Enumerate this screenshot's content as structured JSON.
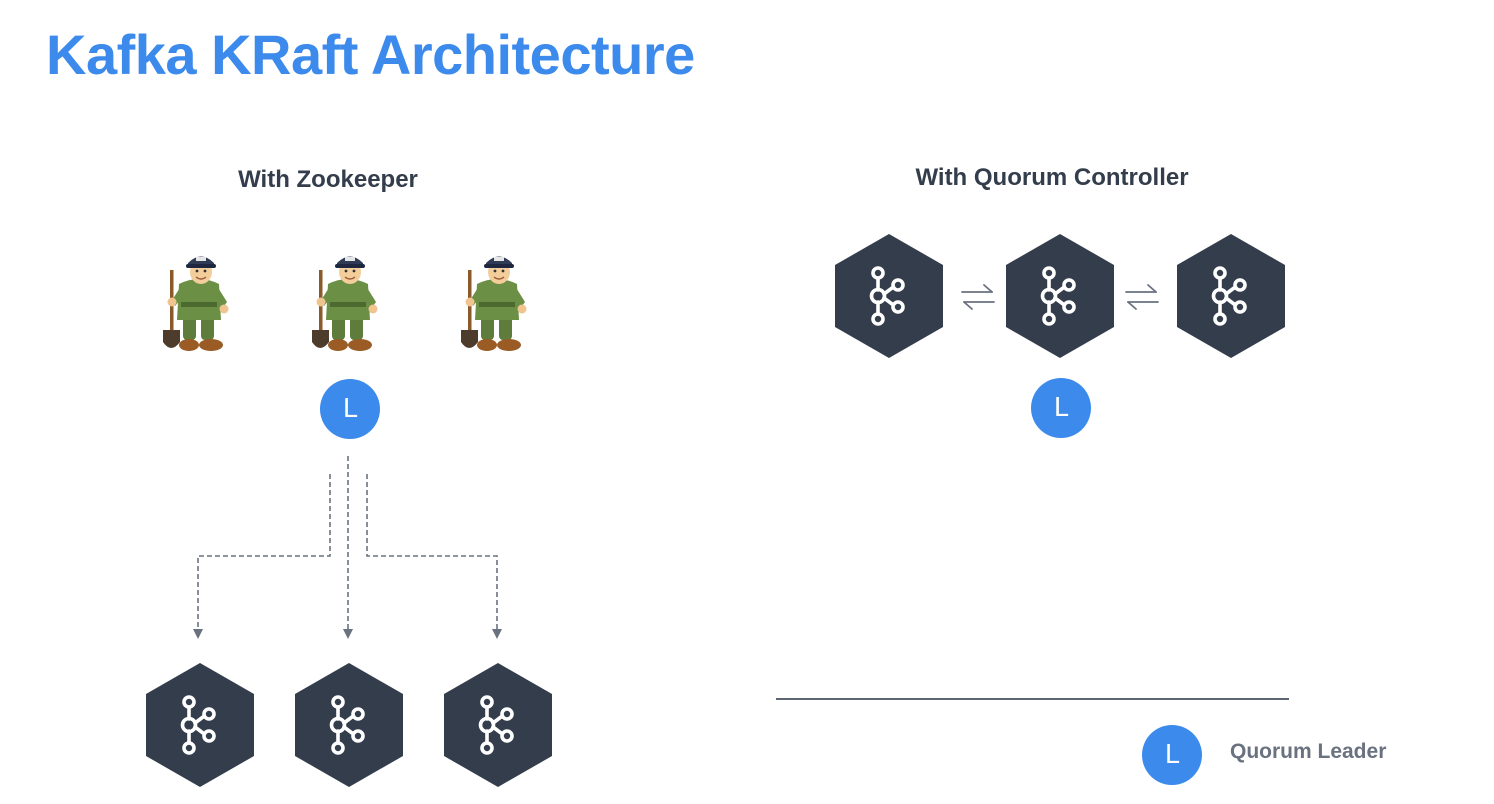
{
  "slide": {
    "title": "Kafka KRaft Architecture"
  },
  "zookeeper_section": {
    "heading": "With Zookeeper",
    "leader_badge": "L",
    "zookeeper_icon": "zookeeper-mascot-icon",
    "broker_icon": "kafka-logo-icon"
  },
  "quorum_section": {
    "heading": "With Quorum Controller",
    "leader_badge": "L",
    "controller_icon": "kafka-logo-icon",
    "sync_icon": "bidirectional-arrows-icon"
  },
  "legend": {
    "badge": "L",
    "label": "Quorum Leader"
  },
  "colors": {
    "accent": "#3b8aec",
    "hexagon": "#333d4b",
    "heading": "#333d4b",
    "connector": "#6a7280"
  }
}
